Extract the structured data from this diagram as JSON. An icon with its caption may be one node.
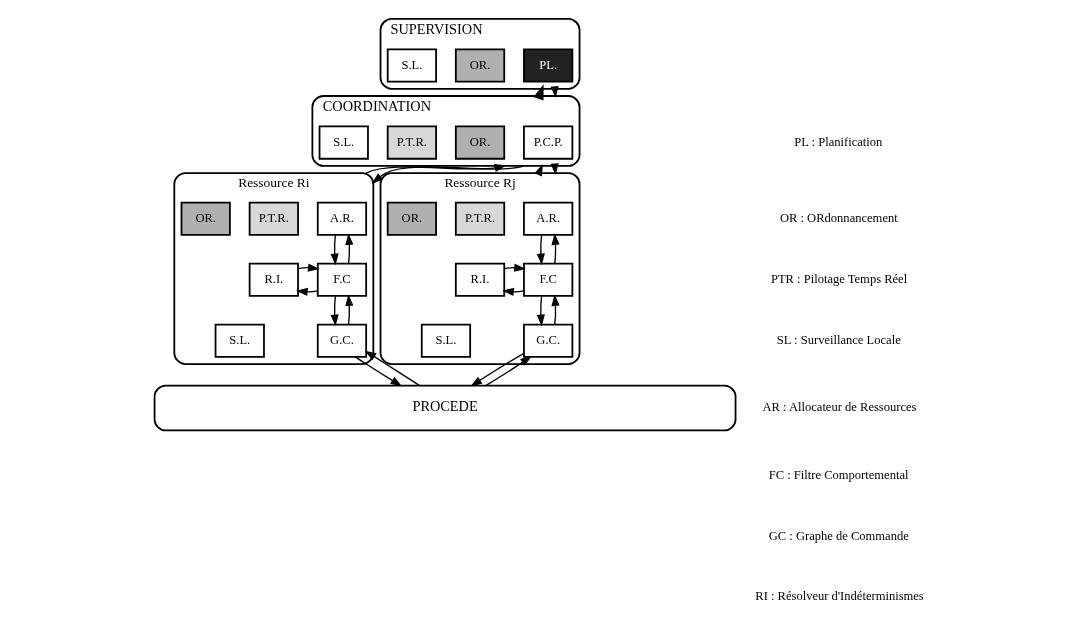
{
  "diagram": {
    "nodes": [
      {
        "text": [
          "SUPERVISION"
        ]
      },
      {
        "text": [
          "PL."
        ],
        "in": 0
      },
      {
        "text": [
          "OR."
        ],
        "in": 0
      },
      {
        "text": [
          "S.L."
        ],
        "in": 0
      },
      {
        "text": [
          "COORDINATION"
        ]
      },
      {
        "text": [
          "P.C.P."
        ],
        "in": 4
      },
      {
        "text": [
          "OR."
        ],
        "in": 4
      },
      {
        "text": [
          "P.T.R."
        ],
        "in": 4
      },
      {
        "text": [
          "S.L."
        ],
        "in": 4
      },
      {
        "text": [
          "Ressource Ri"
        ]
      },
      {
        "text": [
          "A.R."
        ],
        "in": 9
      },
      {
        "text": [
          "P.T.R."
        ],
        "in": 9
      },
      {
        "text": [
          "OR."
        ],
        "in": 9
      },
      {
        "text": [
          "F.C"
        ],
        "in": 9
      },
      {
        "text": [
          "R.I."
        ],
        "in": 9
      },
      {
        "text": [
          "G.C."
        ],
        "in": 9
      },
      {
        "text": [
          "S.L."
        ],
        "in": 9
      },
      {
        "text": [
          "Ressource Rj"
        ]
      },
      {
        "text": [
          "A.R."
        ],
        "in": 17
      },
      {
        "text": [
          "P.T.R."
        ],
        "in": 17
      },
      {
        "text": [
          "OR."
        ],
        "in": 17
      },
      {
        "text": [
          "F.C"
        ],
        "in": 17
      },
      {
        "text": [
          "R.I."
        ],
        "in": 17
      },
      {
        "text": [
          "G.C."
        ],
        "in": 17
      },
      {
        "text": [
          "S.L."
        ],
        "in": 17
      },
      {
        "text": [
          "PROCEDE"
        ]
      }
    ],
    "edges": [
      {
        "from": 0,
        "to": 4,
        "arrow": "to"
      },
      {
        "from": 4,
        "to": 0,
        "arrow": "to",
        "style": "thick"
      },
      {
        "from": 4,
        "to": 9,
        "arrow": "to"
      },
      {
        "from": 9,
        "to": 4,
        "arrow": "to"
      },
      {
        "from": 4,
        "to": 17,
        "arrow": "to"
      },
      {
        "from": 17,
        "to": 4,
        "arrow": "to"
      },
      {
        "from": 10,
        "to": 13,
        "arrow": "to"
      },
      {
        "from": 13,
        "to": 10,
        "arrow": "to"
      },
      {
        "from": 13,
        "to": 14,
        "arrow": "to"
      },
      {
        "from": 14,
        "to": 13,
        "arrow": "to"
      },
      {
        "from": 13,
        "to": 15,
        "arrow": "to"
      },
      {
        "from": 15,
        "to": 13,
        "arrow": "to"
      },
      {
        "from": 15,
        "to": 25,
        "arrow": "to"
      },
      {
        "from": 25,
        "to": 15,
        "arrow": "to"
      },
      {
        "from": 18,
        "to": 21,
        "arrow": "to"
      },
      {
        "from": 21,
        "to": 18,
        "arrow": "to"
      },
      {
        "from": 21,
        "to": 22,
        "arrow": "to"
      },
      {
        "from": 22,
        "to": 21,
        "arrow": "to"
      },
      {
        "from": 21,
        "to": 23,
        "arrow": "to"
      },
      {
        "from": 23,
        "to": 21,
        "arrow": "to"
      },
      {
        "from": 23,
        "to": 25,
        "arrow": "to"
      },
      {
        "from": 25,
        "to": 23,
        "arrow": "to"
      }
    ],
    "labels": [
      "PL : Planification",
      "OR : ORdonnancement",
      "PTR : Pilotage Temps Réel",
      "SL : Surveillance Locale",
      "AR : Allocateur de Ressources",
      "FC : Filtre Comportemental",
      "GC : Graphe de Commande",
      "RI : Résolveur d'Indéterminismes"
    ]
  }
}
